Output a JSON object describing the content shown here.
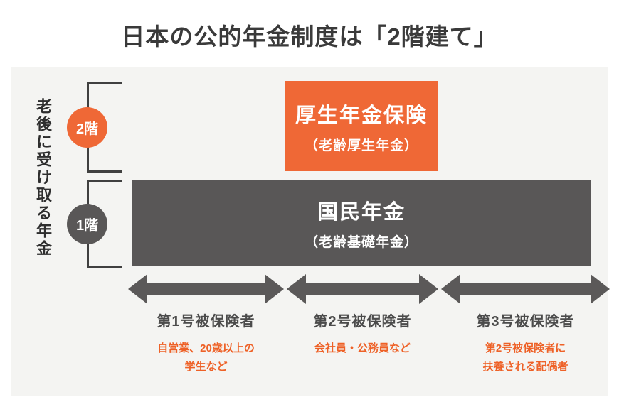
{
  "title": "日本の公的年金制度は「2階建て」",
  "axis_label": "老後に受け取る年金",
  "floors": {
    "second": {
      "badge": "2階",
      "box_title": "厚生年金保険",
      "box_subtitle": "（老齢厚生年金）"
    },
    "first": {
      "badge": "1階",
      "box_title": "国民年金",
      "box_subtitle": "（老齢基礎年金）"
    }
  },
  "categories": [
    {
      "label": "第1号被保険者",
      "description": "自営業、20歳以上の\n学生など"
    },
    {
      "label": "第2号被保険者",
      "description": "会社員・公務員など"
    },
    {
      "label": "第3号被保険者",
      "description": "第2号被保険者に\n扶養される配偶者"
    }
  ],
  "colors": {
    "accent_orange": "#ef6836",
    "dark_gray": "#595757",
    "desc_orange": "#ee6127",
    "panel_bg": "#f4f4f2"
  }
}
